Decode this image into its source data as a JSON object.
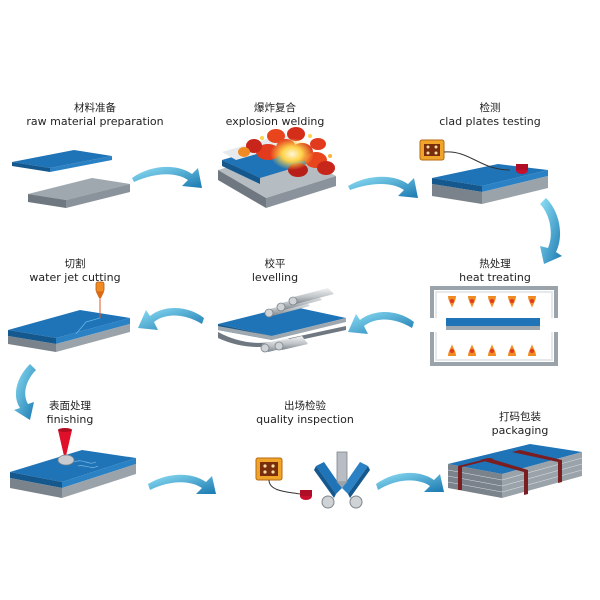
{
  "colors": {
    "top": "#1f73b7",
    "top_edge": "#14588e",
    "base_top": "#9fa7af",
    "base_side": "#6f7880",
    "arrow": "#1f86b8",
    "arrow_light": "#7ed3ef",
    "fire": "#e23a1d",
    "flame": "#f08a22",
    "box": "#f0a52a",
    "sensor": "#c8102e",
    "band": "#7a1e22"
  },
  "steps": [
    {
      "cn": "材料准备",
      "en": "raw material preparation"
    },
    {
      "cn": "爆炸复合",
      "en": "explosion welding"
    },
    {
      "cn": "检测",
      "en": "clad plates testing"
    },
    {
      "cn": "热处理",
      "en": "heat treating"
    },
    {
      "cn": "校平",
      "en": "levelling"
    },
    {
      "cn": "切割",
      "en": "water jet cutting"
    },
    {
      "cn": "表面处理",
      "en": "finishing"
    },
    {
      "cn": "出场检验",
      "en": "quality inspection"
    },
    {
      "cn": "打码包装",
      "en": "packaging"
    }
  ]
}
